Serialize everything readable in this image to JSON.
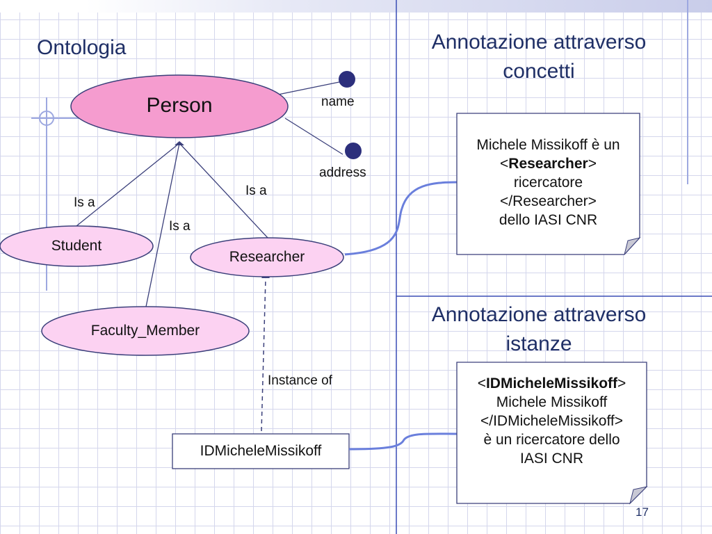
{
  "slide": {
    "title": "Ontologia",
    "page_number": "17"
  },
  "ontology": {
    "person": "Person",
    "attributes": [
      "name",
      "address"
    ],
    "student": "Student",
    "researcher": "Researcher",
    "faculty_member": "Faculty_Member",
    "is_a_label": "Is a",
    "instance_of_label": "Instance of",
    "instance": "IDMicheleMissikoff"
  },
  "concept_annotation": {
    "heading_line1": "Annotazione attraverso",
    "heading_line2": "concetti",
    "note_line1": "Michele Missikoff è un",
    "note_open_lt": "<",
    "note_tag": "Researcher",
    "note_open_gt": ">",
    "note_line3": "ricercatore",
    "note_line4": "</Researcher>",
    "note_line5": "dello IASI CNR"
  },
  "instance_annotation": {
    "heading_line1": "Annotazione attraverso",
    "heading_line2": "istanze",
    "note_open_lt": "<",
    "note_tag": "IDMicheleMissikoff",
    "note_open_gt": ">",
    "note_line2": "Michele Missikoff",
    "note_line3": "</IDMicheleMissikoff>",
    "note_line4": "è un ricercatore dello",
    "note_line5": "IASI CNR"
  },
  "colors": {
    "person_fill": "#f59ccf",
    "subclass_fill": "#fcd2f2",
    "line_blue": "#5b6fd6",
    "dot_navy": "#2c2f7c",
    "edge_navy": "#3a3f7a",
    "title_navy": "#1f2f66"
  }
}
